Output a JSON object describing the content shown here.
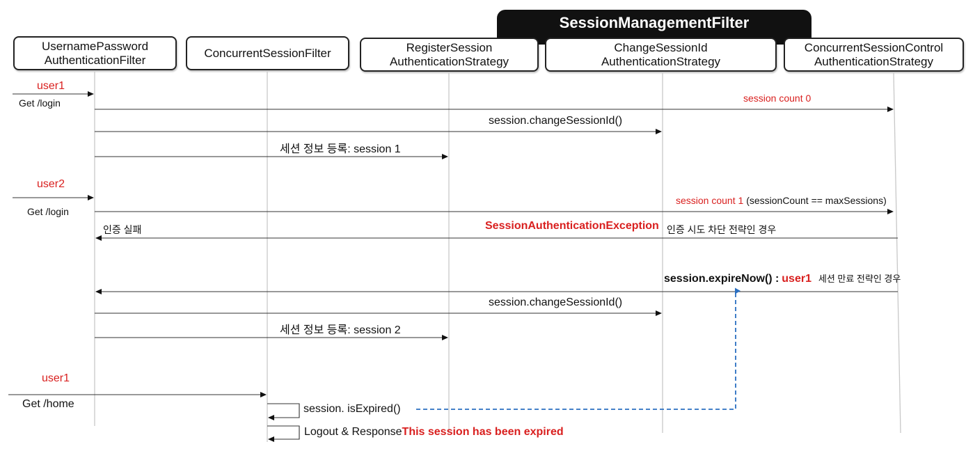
{
  "participants": {
    "p1_line1": "UsernamePassword",
    "p1_line2": "AuthenticationFilter",
    "p2": "ConcurrentSessionFilter",
    "p3_line1": "RegisterSession",
    "p3_line2": "AuthenticationStrategy",
    "p4_line1": "ChangeSessionId",
    "p4_line2": "AuthenticationStrategy",
    "p5_line1": "ConcurrentSessionControl",
    "p5_line2": "AuthenticationStrategy"
  },
  "group_title": "SessionManagementFilter",
  "messages": {
    "user1_a": "user1",
    "get_login_a": "Get /login",
    "session_count_0": "session count 0",
    "change_id_a": "session.changeSessionId()",
    "register_1": "세션 정보 등록: session 1",
    "user2": "user2",
    "get_login_b": "Get /login",
    "session_count_1": "session count 1",
    "session_count_cond": "(sessionCount == maxSessions)",
    "auth_fail": "인증 실패",
    "exception": "SessionAuthenticationException",
    "block_strategy": "인증 시도 차단 전략인 경우",
    "expire_now": "session.expireNow() :",
    "expire_user": "user1",
    "expire_strategy": "세션 만료 전략인 경우",
    "change_id_b": "session.changeSessionId()",
    "register_2": "세션 정보 등록: session 2",
    "user1_b": "user1",
    "get_home": "Get /home",
    "is_expired": "session. isExpired()",
    "logout": "Logout & Response",
    "expired_msg": "This session has been expired"
  },
  "colors": {
    "red": "#d9201f",
    "blue_dashed": "#2a6fc1",
    "header_dark": "#111111"
  }
}
